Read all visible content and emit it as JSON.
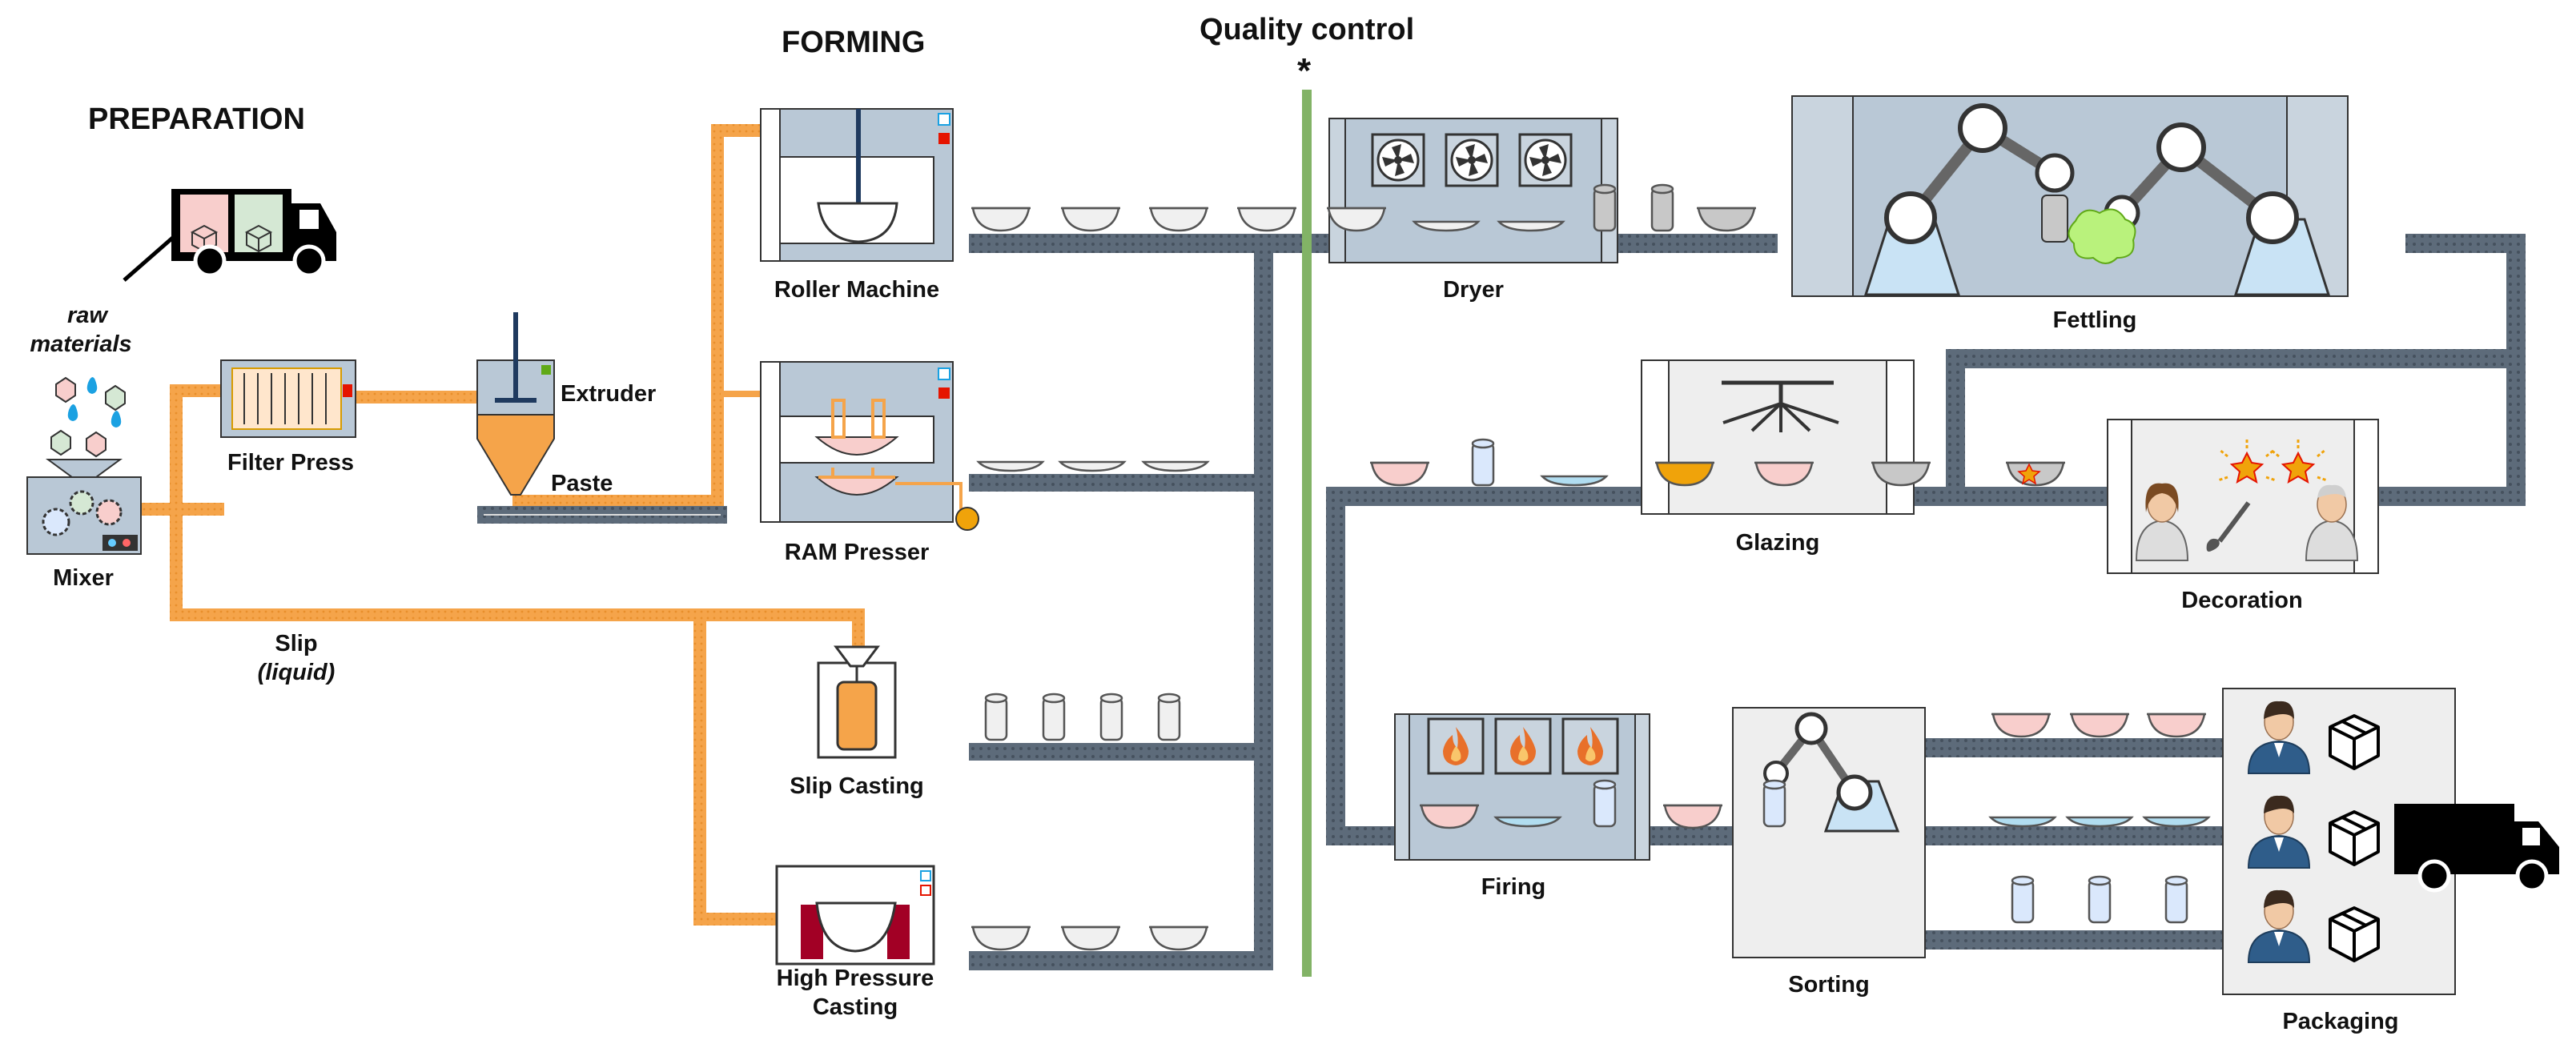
{
  "sections": {
    "preparation": "PREPARATION",
    "forming": "FORMING",
    "quality_control": "Quality control",
    "qc_marker": "*"
  },
  "stages": {
    "raw_materials_line1": "raw",
    "raw_materials_line2": "materials",
    "mixer": "Mixer",
    "filter_press": "Filter Press",
    "extruder": "Extruder",
    "paste": "Paste",
    "slip": "Slip",
    "slip_liquid": "(liquid)",
    "roller_machine": "Roller Machine",
    "ram_presser": "RAM Presser",
    "slip_casting": "Slip Casting",
    "high_pressure_casting_line1": "High Pressure",
    "high_pressure_casting_line2": "Casting",
    "dryer": "Dryer",
    "fettling": "Fettling",
    "glazing": "Glazing",
    "decoration": "Decoration",
    "firing": "Firing",
    "sorting": "Sorting",
    "packaging": "Packaging"
  },
  "colors": {
    "conveyor": "#5d6b7a",
    "slip_paste_pipe": "#f5a44a",
    "quality_line": "#82b366",
    "machine_fill": "#b9c8d6",
    "machine_panel": "#eeeeee",
    "ceramic_white": "#f0f0f0",
    "ceramic_pink": "#f8cecc",
    "ceramic_blue": "#b1ddf0",
    "ceramic_grey": "#c8c8c8",
    "glaze_orange": "#f0a30a",
    "flame": "#e8702a",
    "truck": "#000000"
  },
  "icons": [
    "truck-icon",
    "raw-material-cubes-icon",
    "gear-icon",
    "fan-icon",
    "flame-icon",
    "robot-arm-icon",
    "spray-nozzle-icon",
    "worker-icon",
    "designer-icon",
    "paintbrush-icon",
    "star-icon",
    "box-icon"
  ]
}
